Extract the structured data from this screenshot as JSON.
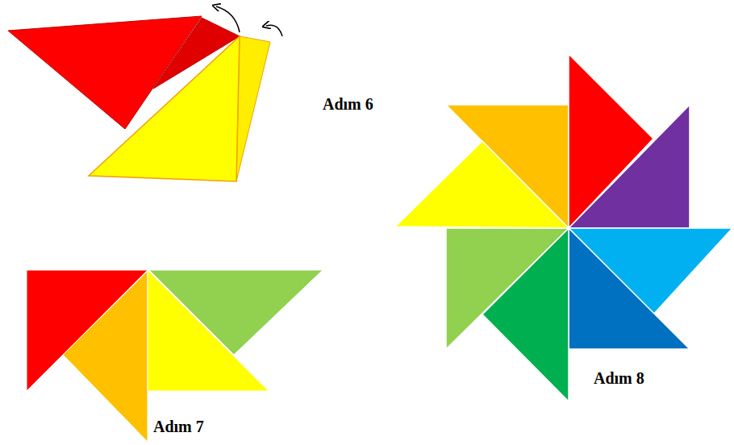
{
  "diagram": {
    "labels": [
      "Adım 6",
      "Adım 7",
      "Adım 8"
    ]
  }
}
